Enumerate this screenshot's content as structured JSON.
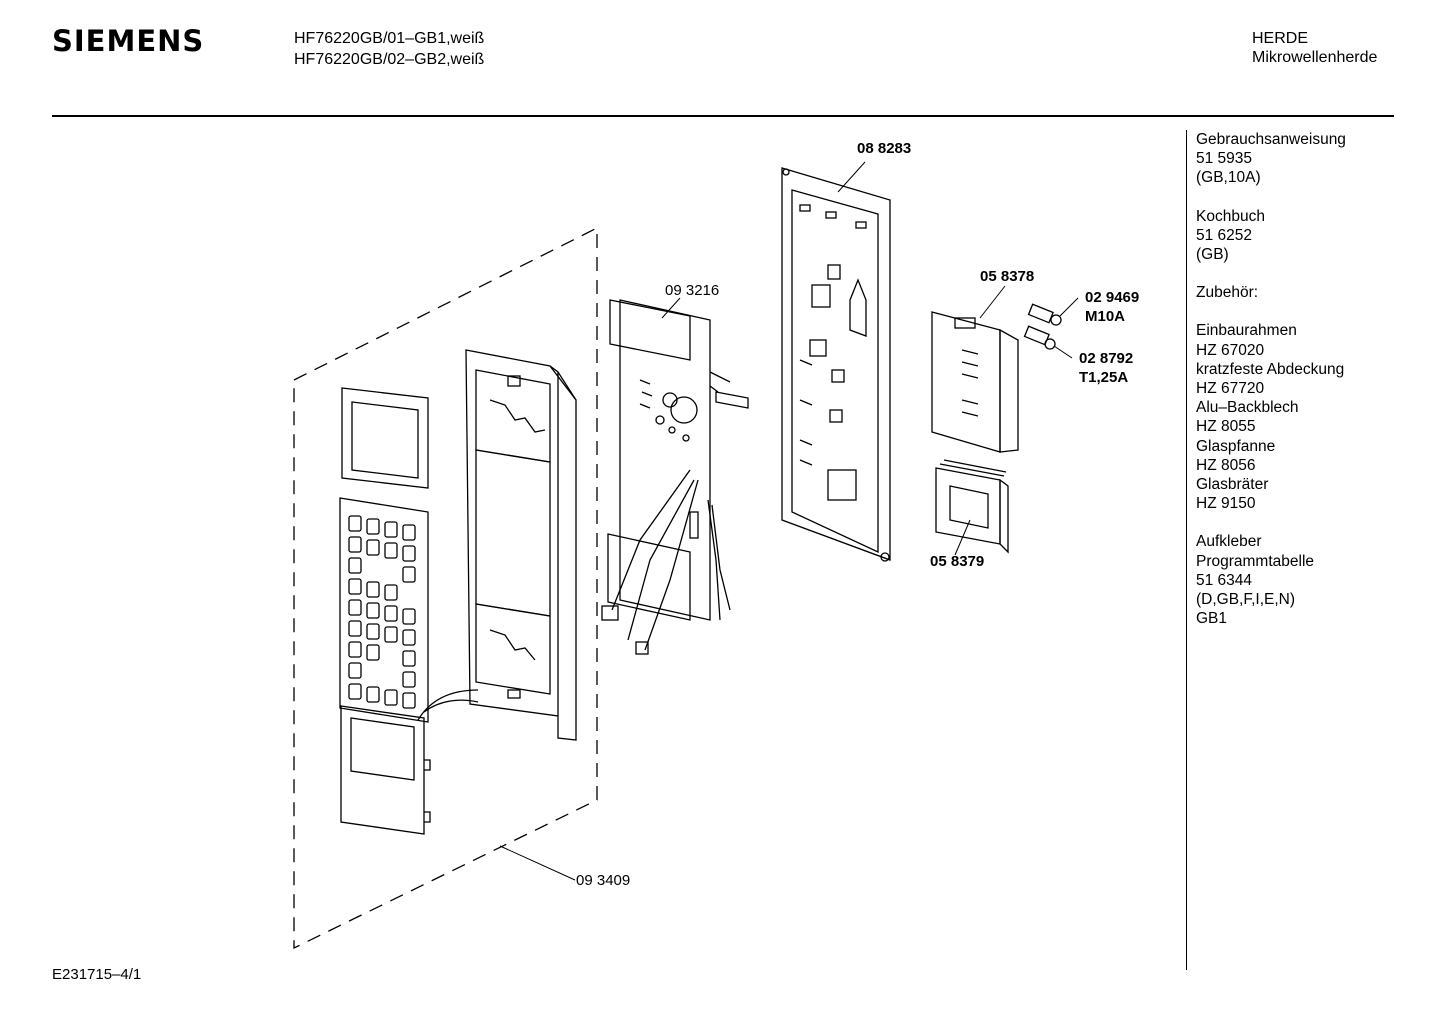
{
  "header": {
    "brand": "SIEMENS",
    "model_lines": [
      "HF76220GB/01–GB1,weiß",
      "HF76220GB/02–GB2,weiß"
    ],
    "category": "HERDE",
    "subcategory": "Mikrowellenherde"
  },
  "sidebar": {
    "groups": [
      [
        "Gebrauchsanweisung",
        "51 5935",
        "(GB,10A)"
      ],
      [
        "Kochbuch",
        "51 6252",
        "(GB)"
      ],
      [
        "Zubehör:"
      ],
      [
        "Einbaurahmen",
        "HZ 67020",
        "kratzfeste Abdeckung",
        "HZ 67720",
        "Alu–Backblech",
        "HZ 8055",
        "Glaspfanne",
        "HZ 8056",
        "Glasbräter",
        "HZ 9150"
      ],
      [
        "Aufkleber",
        "Programmtabelle",
        "51 6344",
        "(D,GB,F,I,E,N)",
        "GB1"
      ]
    ]
  },
  "parts": {
    "frame": "08 8283",
    "pcb": "09 3216",
    "module": "05 8378",
    "fuse1": "02 9469",
    "fuse1_rating": "M10A",
    "fuse2": "02 8792",
    "fuse2_rating": "T1,25A",
    "transformer": "05 8379",
    "front_panel": "09 3409"
  },
  "footer": {
    "drawing_id": "E231715–4/1"
  }
}
